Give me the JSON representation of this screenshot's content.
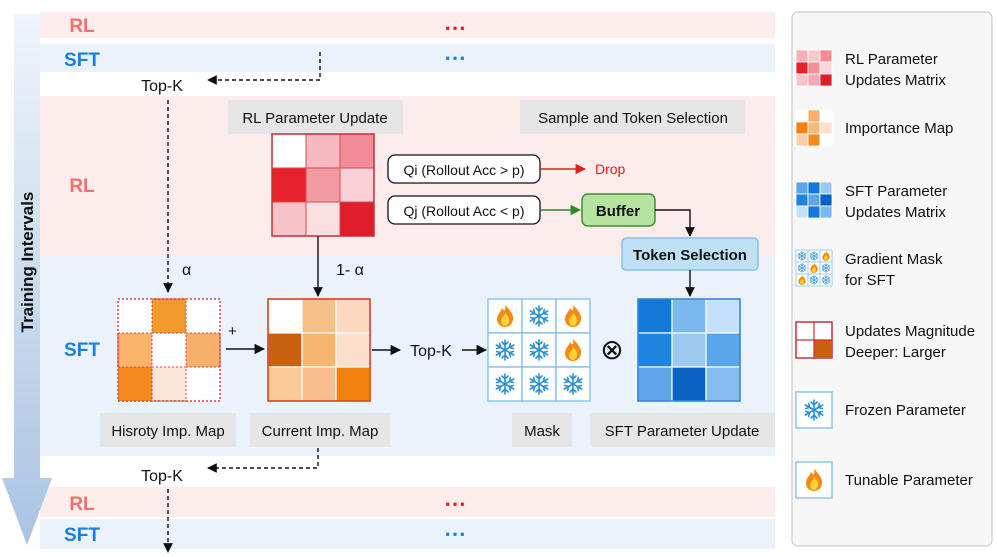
{
  "axis": {
    "label": "Training Intervals"
  },
  "bands": {
    "rl_top": "RL",
    "sft_top": "SFT",
    "rl_mid": "RL",
    "sft_mid": "SFT",
    "rl_bottom": "RL",
    "sft_bottom": "SFT",
    "ellipsis": "⋯"
  },
  "topk": {
    "top": "Top-K",
    "mid": "Top-K",
    "bottom": "Top-K"
  },
  "rl_update": {
    "title": "RL Parameter Update",
    "qi": "Qi (Rollout Acc > p)",
    "qj": "Qj (Rollout Acc < p)",
    "drop": "Drop",
    "buffer": "Buffer",
    "sample_title": "Sample and Token Selection",
    "token_selection": "Token Selection"
  },
  "flow": {
    "alpha": "α",
    "one_minus_alpha": "1- α",
    "plus": "+",
    "otimes": "⊗"
  },
  "captions": {
    "history": "Hisroty Imp. Map",
    "current": "Current Imp. Map",
    "mask": "Mask",
    "sft_update": "SFT Parameter Update"
  },
  "legend": {
    "items": [
      {
        "icon": "rl-matrix-icon",
        "line1": "RL Parameter",
        "line2": "Updates Matrix"
      },
      {
        "icon": "importance-map-icon",
        "line1": "Importance Map",
        "line2": ""
      },
      {
        "icon": "sft-matrix-icon",
        "line1": "SFT Parameter",
        "line2": "Updates Matrix"
      },
      {
        "icon": "gradient-mask-icon",
        "line1": "Gradient Mask",
        "line2": "for SFT"
      },
      {
        "icon": "magnitude-icon",
        "line1": "Updates Magnitude",
        "line2": "Deeper: Larger"
      },
      {
        "icon": "snowflake-icon",
        "line1": "Frozen Parameter",
        "line2": ""
      },
      {
        "icon": "flame-icon",
        "line1": "Tunable Parameter",
        "line2": ""
      }
    ]
  },
  "colors": {
    "rl_band": "#fdecec",
    "sft_band": "#eaf3fc",
    "rl_text": "#f07070",
    "sft_text": "#1a7ee0",
    "drop": "#e02020",
    "buffer_fill": "#b7e3a1",
    "token_fill": "#bfe1f5"
  }
}
